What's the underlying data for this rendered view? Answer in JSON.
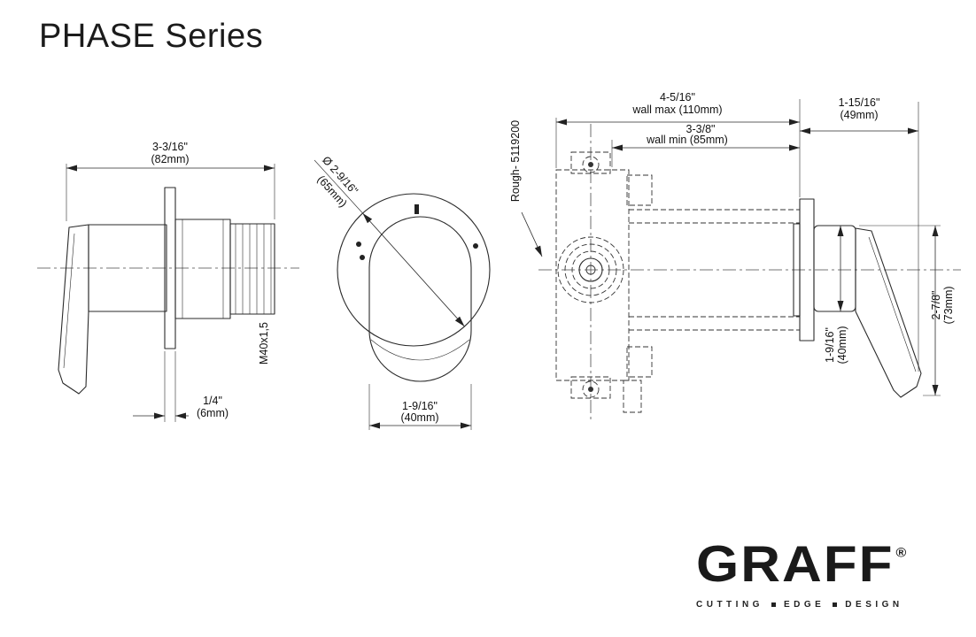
{
  "page": {
    "title": "PHASE Series"
  },
  "side_view": {
    "dim_width": "3-3/16\"",
    "dim_width_mm": "(82mm)",
    "dim_plate": "1/4\"",
    "dim_plate_mm": "(6mm)",
    "thread": "M40x1,5"
  },
  "front_view": {
    "dim_diameter": "Ø 2-9/16\"",
    "dim_diameter_mm": "(65mm)",
    "dim_width": "1-9/16\"",
    "dim_width_mm": "(40mm)"
  },
  "install_view": {
    "dim_wall_max": "4-5/16\"",
    "wall_max_label": "wall max (110mm)",
    "dim_wall_min": "3-3/8\"",
    "wall_min_label": "wall min (85mm)",
    "dim_projection": "1-15/16\"",
    "dim_projection_mm": "(49mm)",
    "rough_label": "Rough- 5119200",
    "dim_handle_width": "1-9/16\"",
    "dim_handle_width_mm": "(40mm)",
    "dim_handle_length": "2-7/8\"",
    "dim_handle_length_mm": "(73mm)"
  },
  "logo": {
    "brand": "GRAFF",
    "registered": "®",
    "tagline_words": [
      "CUTTING",
      "EDGE",
      "DESIGN"
    ]
  }
}
